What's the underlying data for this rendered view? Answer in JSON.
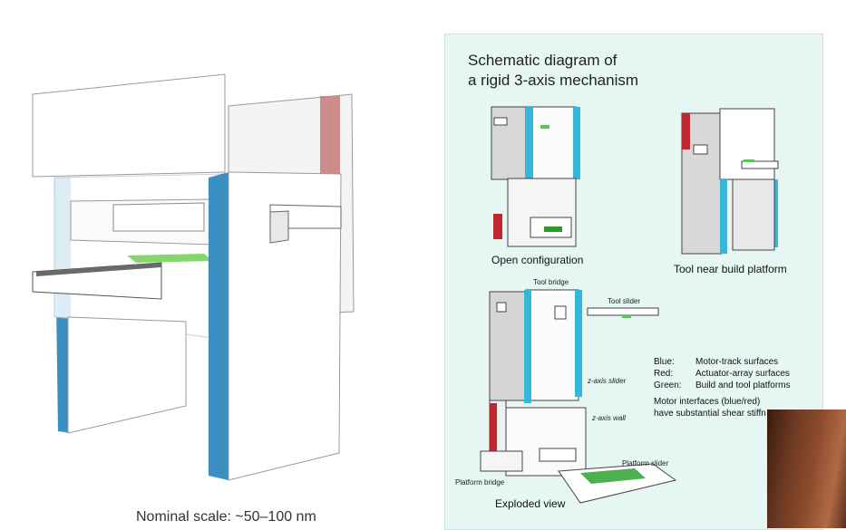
{
  "diagram": {
    "title_line1": "Schematic diagram of",
    "title_line2": "a rigid 3-axis mechanism",
    "captions": {
      "open": "Open configuration",
      "tool_near": "Tool near build platform",
      "exploded": "Exploded view"
    },
    "part_labels": {
      "tool_bridge": "Tool bridge",
      "tool_slider": "Tool slider",
      "z_axis_slider": "z-axis slider",
      "z_axis_wall": "z-axis wall",
      "platform_slider": "Platform slider",
      "platform_bridge": "Platform bridge"
    },
    "legend": [
      {
        "key": "Blue:",
        "text": "Motor-track surfaces",
        "color": "#39b6d6"
      },
      {
        "key": "Red:",
        "text": "Actuator-array surfaces",
        "color": "#c0262c"
      },
      {
        "key": "Green:",
        "text": "Build and tool platforms",
        "color": "#4caf50"
      }
    ],
    "note_line1": "Motor interfaces (blue/red)",
    "note_line2": "have substantial shear stiffn"
  },
  "footer": {
    "scale_text": "Nominal scale: ~50–100 nm"
  },
  "colors": {
    "panel_bg": "#e6f6f3",
    "blue": "#3a8fc4",
    "red": "#c47a7a",
    "green": "#7fd16b"
  }
}
